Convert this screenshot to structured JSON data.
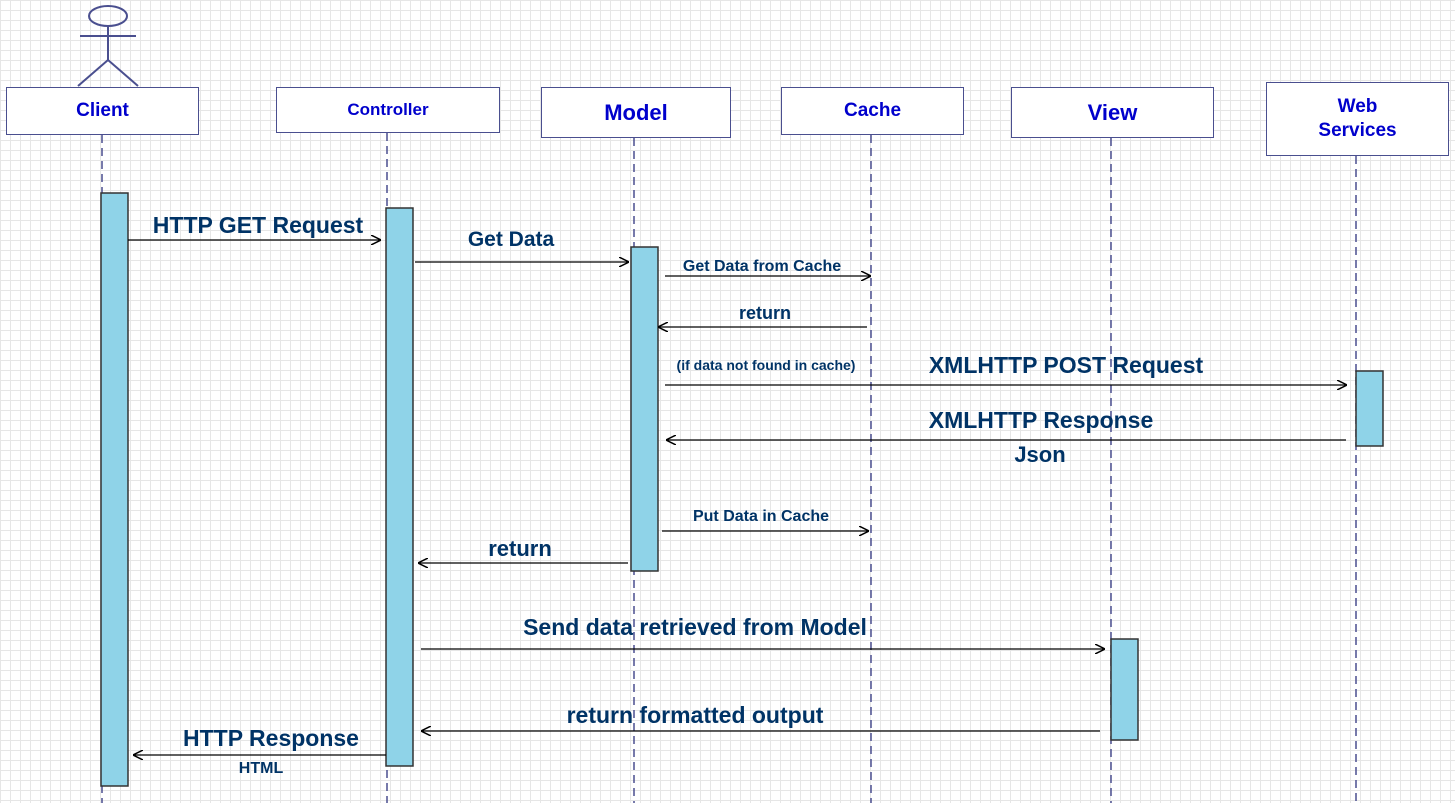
{
  "colors": {
    "lifeline": "#4a4f8f",
    "header_text": "#0000cc",
    "activation_fill": "#8fd3e8",
    "activation_stroke": "#333333",
    "message_text": "#003366",
    "arrow": "#000000"
  },
  "actor": {
    "icon": "stick-figure-actor-icon"
  },
  "participants": [
    {
      "id": "client",
      "label": "Client"
    },
    {
      "id": "controller",
      "label": "Controller"
    },
    {
      "id": "model",
      "label": "Model"
    },
    {
      "id": "cache",
      "label": "Cache"
    },
    {
      "id": "view",
      "label": "View"
    },
    {
      "id": "web-services",
      "label": "Web\nServices"
    }
  ],
  "messages": [
    {
      "id": "http-get",
      "label": "HTTP GET Request"
    },
    {
      "id": "get-data",
      "label": "Get Data"
    },
    {
      "id": "get-data-cache",
      "label": "Get Data from Cache"
    },
    {
      "id": "cache-return",
      "label": "return"
    },
    {
      "id": "xmlhttp-post",
      "label": "XMLHTTP POST Request"
    },
    {
      "id": "xmlhttp-response",
      "label": "XMLHTTP Response"
    },
    {
      "id": "put-data-cache",
      "label": "Put Data in Cache"
    },
    {
      "id": "model-return",
      "label": "return"
    },
    {
      "id": "send-data",
      "label": "Send data retrieved from Model"
    },
    {
      "id": "return-formatted",
      "label": "return formatted output"
    },
    {
      "id": "http-response",
      "label": "HTTP Response"
    }
  ],
  "notes": {
    "if_not_found": "(if data not found in cache)",
    "json": "Json",
    "html": "HTML"
  }
}
